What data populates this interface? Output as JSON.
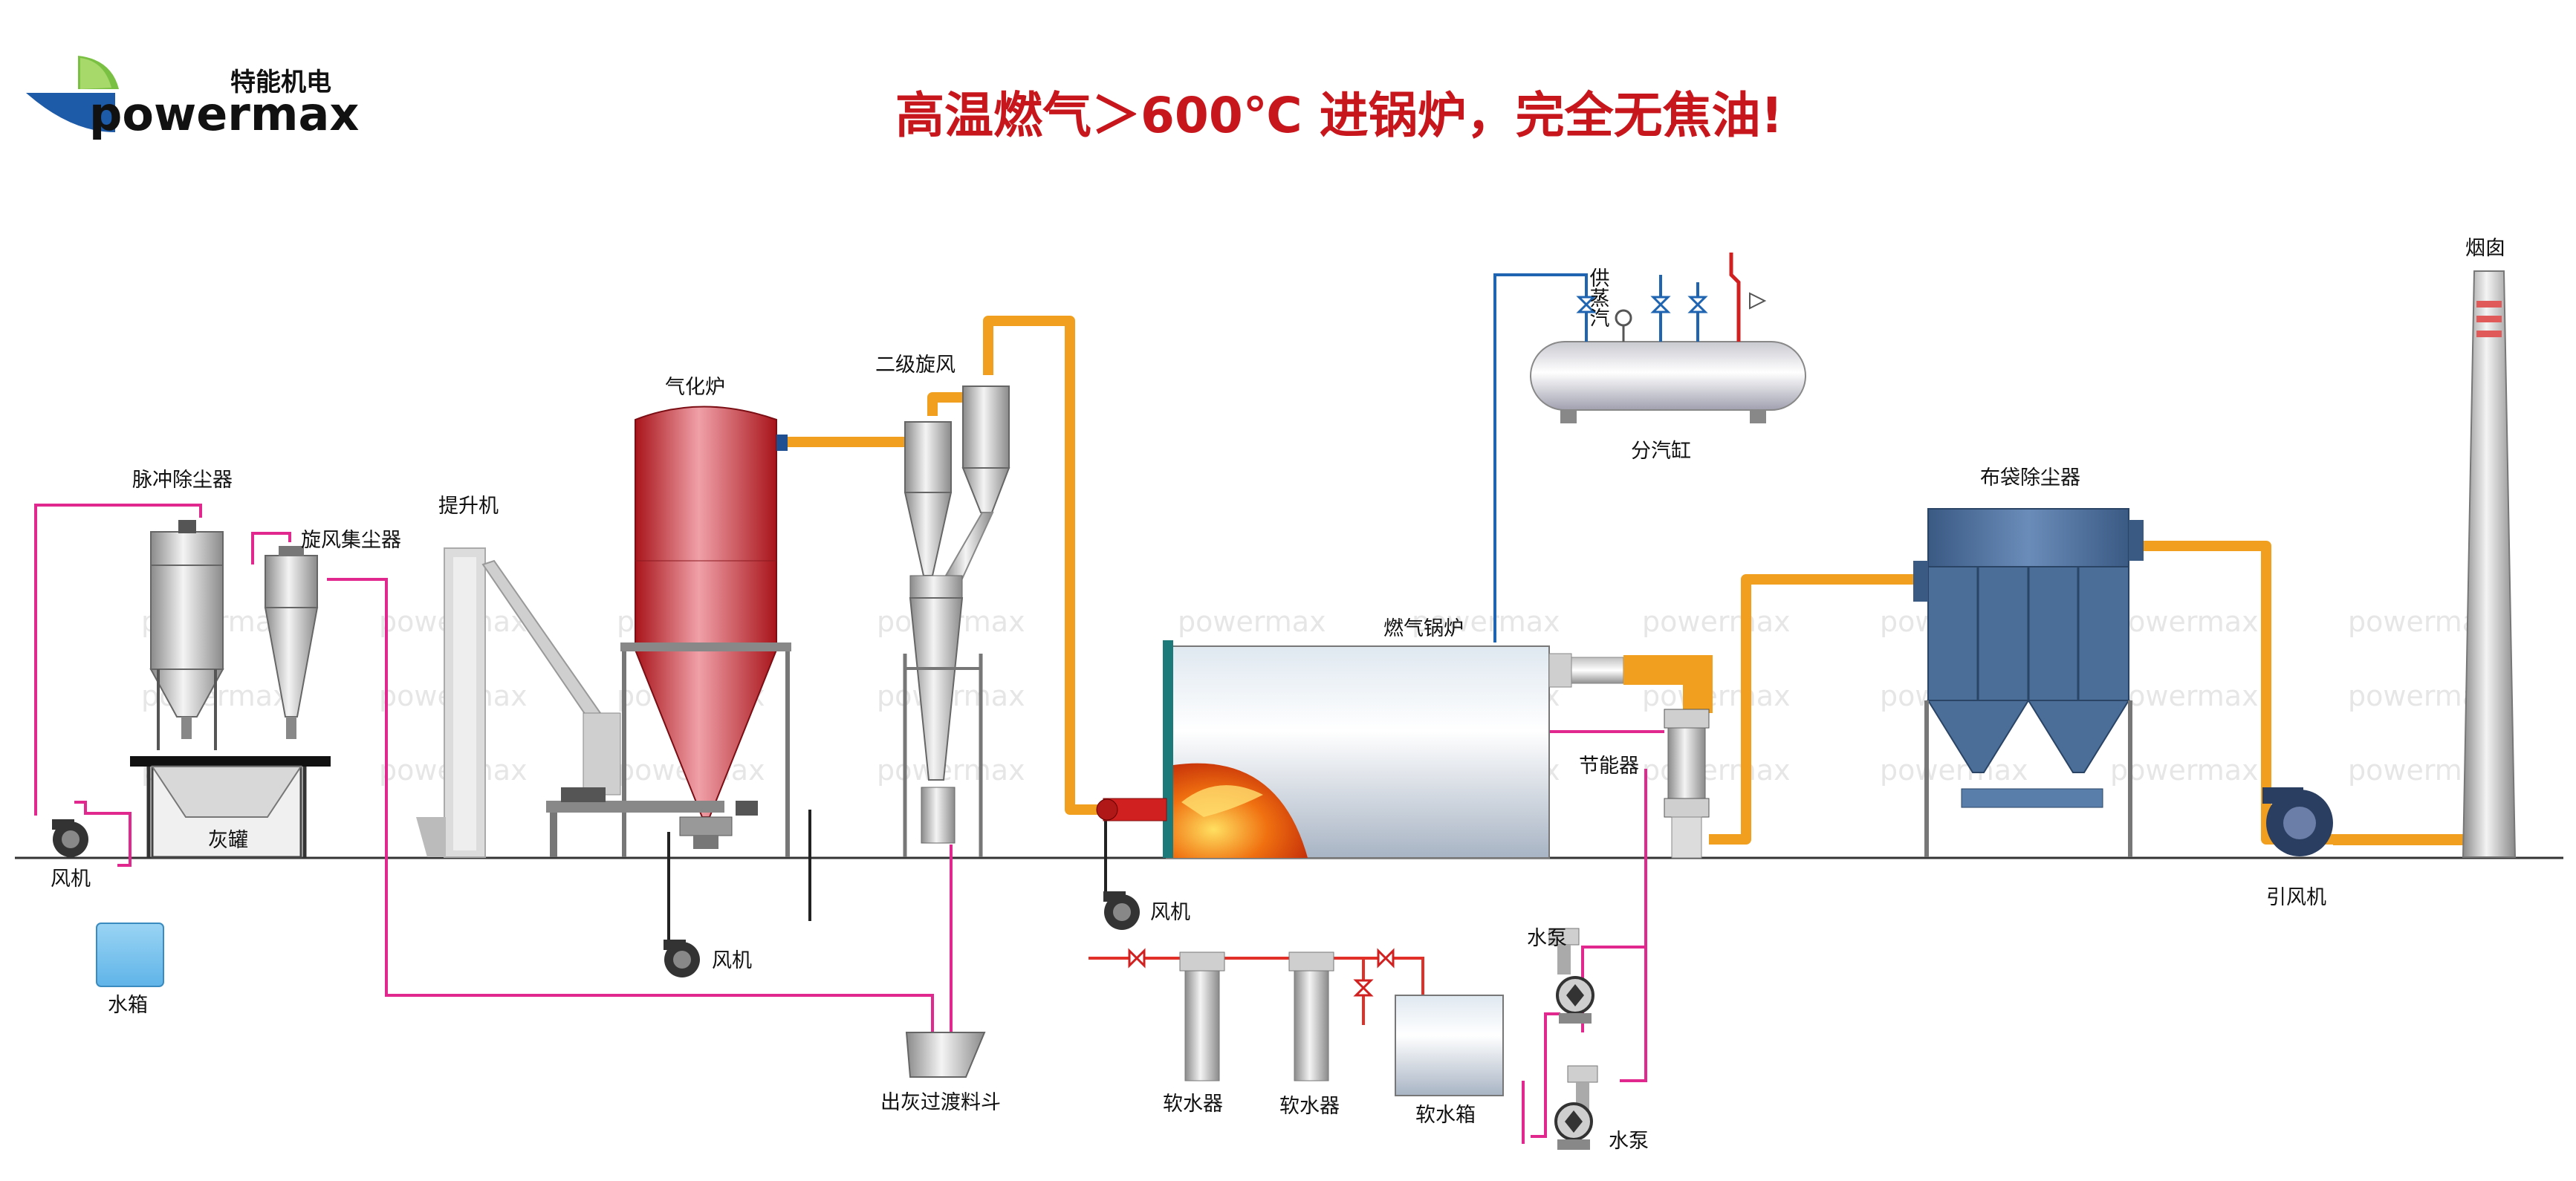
{
  "header": {
    "title": "高温燃气＞600℃ 进锅炉，完全无焦油!",
    "title_color": "#c8161d",
    "logo": {
      "brand": "powermax",
      "tagline": "特能机电",
      "icon": "powermax-logo-icon",
      "colors": {
        "green": "#7ac143",
        "blue": "#1d5aa8"
      }
    }
  },
  "watermark": "powermax",
  "labels": {
    "pulse_dust": "脉冲除尘器",
    "cyclone_collector": "旋风集尘器",
    "ash_tank": "灰罐",
    "fan_left": "风机",
    "water_tank": "水箱",
    "elevator": "提升机",
    "gasifier": "气化炉",
    "fan_gasifier": "风机",
    "secondary_cyclone": "二级旋风",
    "ash_hopper": "出灰过渡料斗",
    "fan_boiler": "风机",
    "gas_boiler": "燃气锅炉",
    "steam_supply": "供蒸汽",
    "steam_drum": "分汽缸",
    "economizer": "节能器",
    "softener_1": "软水器",
    "softener_2": "软水器",
    "soft_water_tank": "软水箱",
    "pump_top": "水泵",
    "pump_bottom": "水泵",
    "bag_filter": "布袋除尘器",
    "induced_fan": "引风机",
    "chimney": "烟囱"
  },
  "colors": {
    "gas_pipe": "#f0a01e",
    "flue_line": "#e0288f",
    "water_line": "#e03028",
    "steam_line": "#1f64b0",
    "gasifier_red": "#c82028",
    "bag_filter_blue": "#4a6e98"
  }
}
